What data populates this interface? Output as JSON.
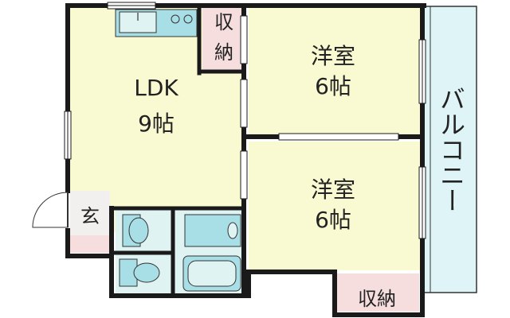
{
  "rooms": {
    "ldk": {
      "name": "LDK",
      "size": "9帖"
    },
    "bedroom_top": {
      "name": "洋室",
      "size": "6帖"
    },
    "bedroom_bottom": {
      "name": "洋室",
      "size": "6帖"
    },
    "closet_top": {
      "line1": "収",
      "line2": "納"
    },
    "closet_bottom": {
      "name": "収納"
    },
    "entrance": {
      "name": "玄"
    },
    "balcony": {
      "name": "バルコニー"
    }
  },
  "colors": {
    "room_fill": "#fafad2",
    "wet_fill": "#dff3f3",
    "closet_fill": "#f7dede",
    "balcony_fill": "#dff4f7",
    "wall": "#1a1a1a",
    "fixture_fill": "#a8dfe6"
  }
}
